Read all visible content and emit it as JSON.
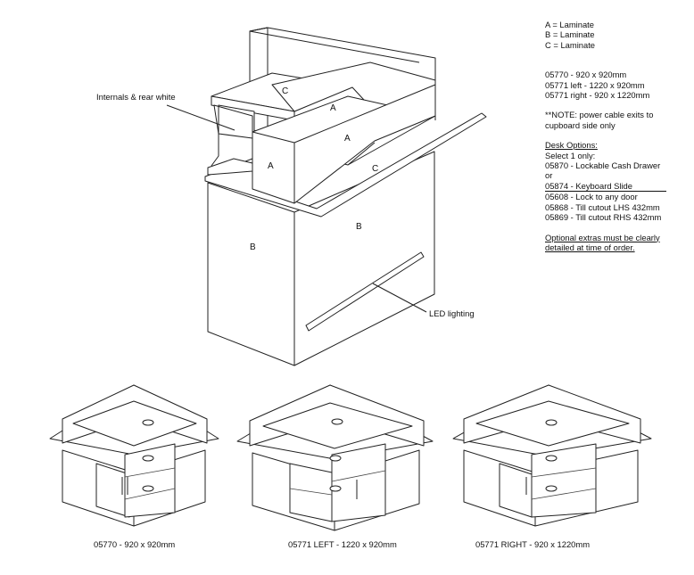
{
  "materials": {
    "a": "A = Laminate",
    "b": "B = Laminate",
    "c": "C = Laminate"
  },
  "sizes": [
    "05770 - 920 x 920mm",
    "05771 left - 1220 x 920mm",
    "05771 right - 920 x 1220mm"
  ],
  "note": [
    "**NOTE: power cable exits to",
    "cupboard side only"
  ],
  "desk_options": {
    "heading": "Desk Options:",
    "lines": [
      "Select 1 only:",
      "05870 - Lockable Cash Drawer",
      "or",
      "05874 - Keyboard Slide"
    ]
  },
  "extras": [
    "05608 - Lock to any door",
    "05868 - Till cutout LHS 432mm",
    "05869 - Till cutout RHS 432mm"
  ],
  "optional": [
    "Optional extras must be clearly",
    "detailed at time of order."
  ],
  "callouts": {
    "internals": "Internals & rear white",
    "led": "LED lighting"
  },
  "face_letters": {
    "c_top": "C",
    "a_upper": "A",
    "a_front": "A",
    "a_end": "A",
    "c_desk": "C",
    "b_left": "B",
    "b_right": "B"
  },
  "captions": [
    "05770 - 920 x 920mm",
    "05771 LEFT - 1220 x 920mm",
    "05771 RIGHT - 920 x 1220mm"
  ]
}
